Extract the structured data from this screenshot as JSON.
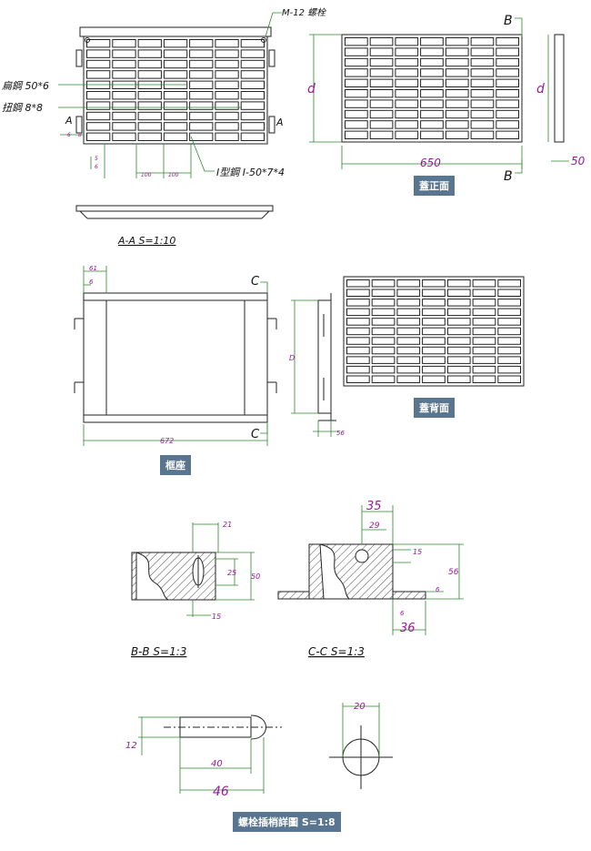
{
  "top": {
    "bolt_label": "M-12 螺栓",
    "flat_steel_label": "扁鋼 50*6",
    "twisted_steel_label": "扭鋼 8*8",
    "i_beam_label": "I型鋼 I-50*7*4",
    "section_label": "A-A  S=1:10",
    "mark_a": "A",
    "dims_small_1": "6",
    "dims_small_2": "8",
    "dims_small_3": "5",
    "dims_small_4": "6",
    "dim_100a": "100",
    "dim_100b": "100"
  },
  "cover_front": {
    "mark_b": "B",
    "dim_d": "d",
    "dim_650": "650",
    "dim_50": "50",
    "badge": "蓋正面"
  },
  "frame": {
    "dim_61": "61",
    "dim_6": "6",
    "mark_c": "C",
    "dim_672": "672",
    "badge": "框座"
  },
  "frame_side": {
    "dim_D": "D",
    "dim_56": "56"
  },
  "cover_back": {
    "badge": "蓋背面"
  },
  "section_bb": {
    "dim_21": "21",
    "dim_25": "25",
    "dim_50": "50",
    "dim_15": "15",
    "label": "B-B  S=1:3"
  },
  "section_cc": {
    "dim_35": "35",
    "dim_29": "29",
    "dim_15": "15",
    "dim_56": "56",
    "dim_6a": "6",
    "dim_6b": "6",
    "dim_36": "36",
    "label": "C-C  S=1:3"
  },
  "bolt_detail": {
    "dim_12": "12",
    "dim_40": "40",
    "dim_46": "46",
    "dim_20": "20",
    "badge": "螺栓插梢詳圖 S=1:8"
  }
}
